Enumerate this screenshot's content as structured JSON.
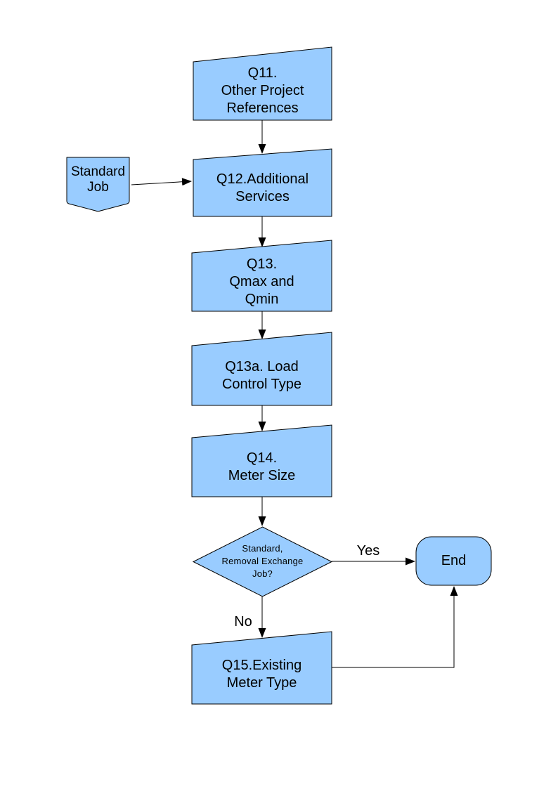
{
  "diagram": {
    "colors": {
      "shape_fill": "#99CCFF",
      "shape_border": "#000000",
      "text": "#000000",
      "background": "#FFFFFF"
    },
    "nodes": {
      "q11": {
        "type": "process",
        "lines": [
          "Q11.",
          "Other Project",
          "References"
        ]
      },
      "standard_job": {
        "type": "off-page-connector",
        "lines": [
          "Standard",
          "Job"
        ]
      },
      "q12": {
        "type": "process",
        "lines": [
          "Q12.Additional",
          "Services"
        ]
      },
      "q13": {
        "type": "process",
        "lines": [
          "Q13.",
          "Qmax and",
          "Qmin"
        ]
      },
      "q13a": {
        "type": "process",
        "lines": [
          "Q13a. Load",
          "Control Type"
        ]
      },
      "q14": {
        "type": "process",
        "lines": [
          "Q14.",
          "Meter Size"
        ]
      },
      "decision": {
        "type": "decision",
        "lines": [
          "Standard,",
          "Removal Exchange",
          "Job?"
        ]
      },
      "end": {
        "type": "terminator",
        "lines": [
          "End"
        ]
      },
      "q15": {
        "type": "process",
        "lines": [
          "Q15.Existing",
          "Meter Type"
        ]
      }
    },
    "edge_labels": {
      "yes": "Yes",
      "no": "No"
    },
    "edges": [
      {
        "from": "q11",
        "to": "q12"
      },
      {
        "from": "standard_job",
        "to": "q12"
      },
      {
        "from": "q12",
        "to": "q13"
      },
      {
        "from": "q13",
        "to": "q13a"
      },
      {
        "from": "q13a",
        "to": "q14"
      },
      {
        "from": "q14",
        "to": "decision"
      },
      {
        "from": "decision",
        "to": "end",
        "label": "Yes"
      },
      {
        "from": "decision",
        "to": "q15",
        "label": "No"
      },
      {
        "from": "q15",
        "to": "end"
      }
    ]
  }
}
